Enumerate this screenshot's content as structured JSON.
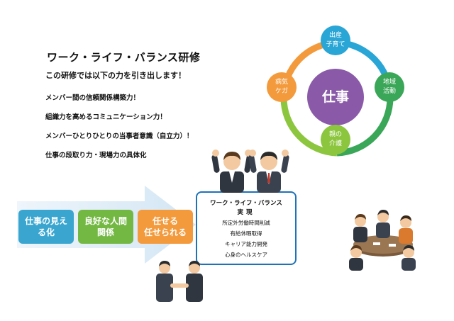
{
  "heading": {
    "title": "ワーク・ライフ・バランス研修",
    "subtitle": "この研修では以下の力を引き出します！",
    "bullets": [
      "メンバー間の信頼関係構築力！",
      "組織力を高めるコミュニケーション力！",
      "メンバーひとりひとりの当事者意識（自立力）！",
      "仕事の段取り力・現場力の具体化"
    ]
  },
  "cycle": {
    "center": "仕事",
    "nodes": [
      {
        "line1": "出産",
        "line2": "子育て",
        "color": "#2aa6d6"
      },
      {
        "line1": "地域",
        "line2": "活動",
        "color": "#3aa657"
      },
      {
        "line1": "親の",
        "line2": "介護",
        "color": "#8cc63f"
      },
      {
        "line1": "病気",
        "line2": "ケガ",
        "color": "#f39a3c"
      }
    ]
  },
  "steps": [
    {
      "line1": "仕事の見え",
      "line2": "る化",
      "color": "#3aa6d0"
    },
    {
      "line1": "良好な人間",
      "line2": "関係",
      "color": "#74b844"
    },
    {
      "line1": "任せる",
      "line2": "任せられる",
      "color": "#f39a3c"
    }
  ],
  "result_box": {
    "line1": "ワーク・ライフ・バランス",
    "line2": "実現",
    "items": [
      "所定外労働時間削減",
      "有給休暇取得",
      "キャリア能力開発",
      "心身のヘルスケア"
    ]
  }
}
